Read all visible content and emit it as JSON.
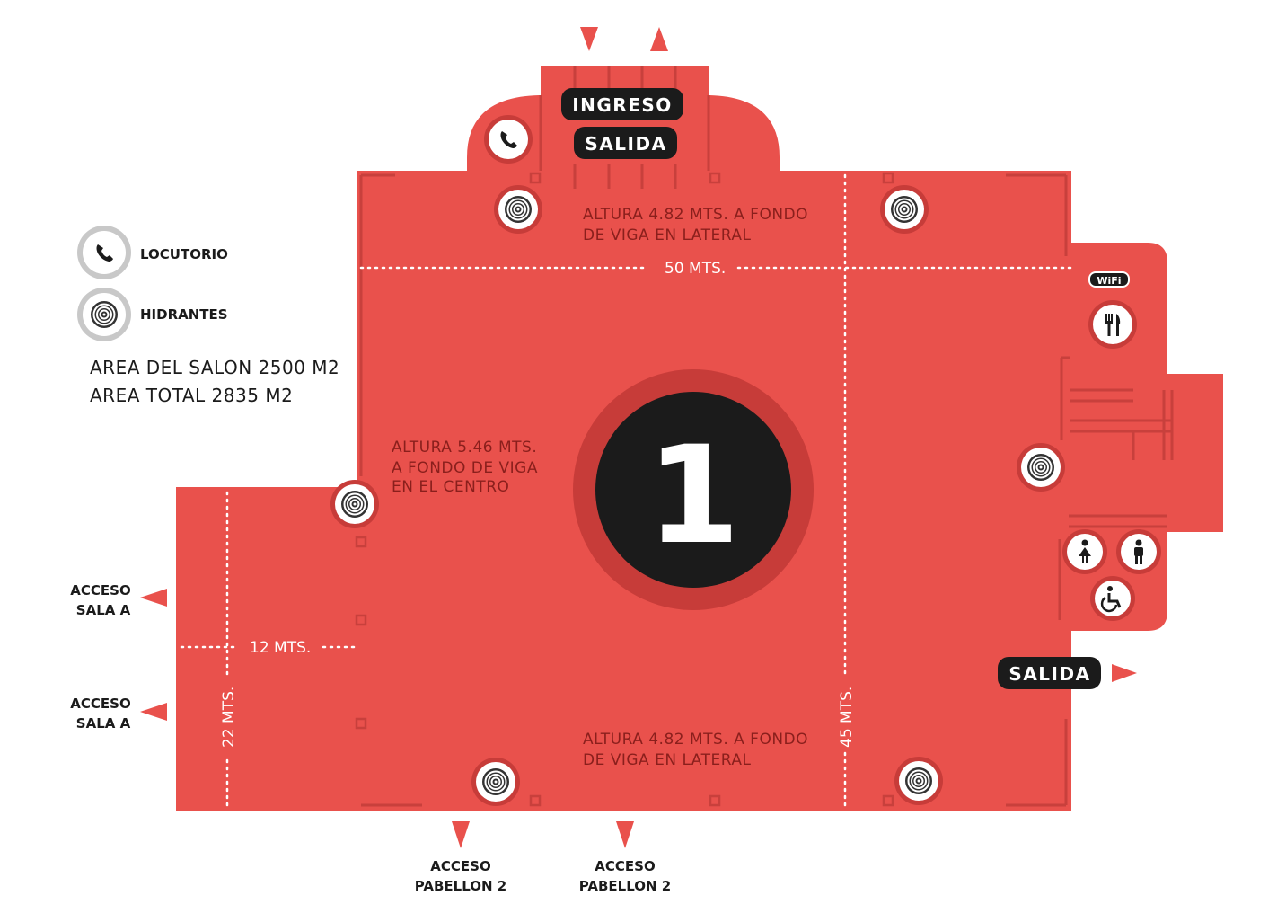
{
  "colors": {
    "floor": "#e9514c",
    "wall_line": "#c8403c",
    "dark": "#1b1b1b",
    "ring": "#c73c39",
    "white": "#ffffff"
  },
  "hall_number": "1",
  "entrance": {
    "ingreso": "INGRESO",
    "salida_top": "SALIDA",
    "salida_right": "SALIDA"
  },
  "legend": {
    "locutorio": "LOCUTORIO",
    "hidrantes": "HIDRANTES",
    "locutorio_icon": "phone-icon",
    "hidrantes_icon": "hose-reel-icon"
  },
  "areas": {
    "salon": "AREA DEL SALON 2500 M2",
    "total": "AREA TOTAL 2835 M2"
  },
  "notes": {
    "top_line1": "ALTURA 4.82 MTS. A FONDO",
    "top_line2": "DE VIGA EN LATERAL",
    "center_line1": "ALTURA 5.46 MTS.",
    "center_line2": "A FONDO DE VIGA",
    "center_line3": "EN EL CENTRO",
    "bottom_line1": "ALTURA 4.82 MTS. A FONDO",
    "bottom_line2": "DE VIGA EN LATERAL"
  },
  "dimensions": {
    "width_main": "50 MTS.",
    "width_left": "12 MTS.",
    "height_left": "22 MTS.",
    "height_main": "45 MTS."
  },
  "access": {
    "sala_a_1_line1": "ACCESO",
    "sala_a_1_line2": "SALA A",
    "sala_a_2_line1": "ACCESO",
    "sala_a_2_line2": "SALA A",
    "pab_1_line1": "ACCESO",
    "pab_1_line2": "PABELLON 2",
    "pab_2_line1": "ACCESO",
    "pab_2_line2": "PABELLON 2"
  },
  "services": {
    "wifi": "WiFi",
    "wifi_icon": "wifi-icon",
    "restaurant_icon": "fork-knife-icon",
    "women_icon": "woman-restroom-icon",
    "men_icon": "man-restroom-icon",
    "accessible_icon": "wheelchair-icon"
  }
}
